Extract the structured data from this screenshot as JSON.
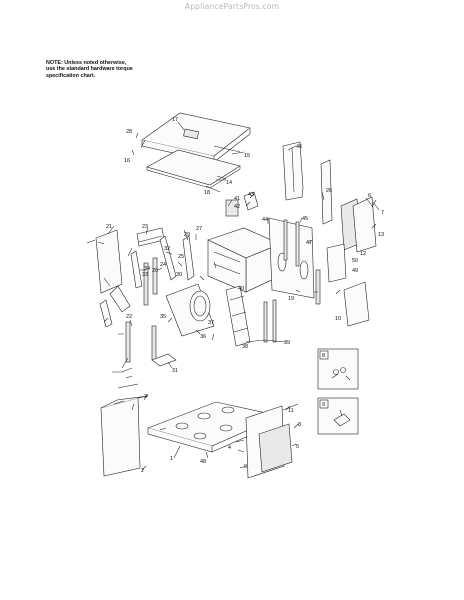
{
  "watermark": "AppliancePartsPros.com",
  "note": {
    "line1": "NOTE: Unless noted otherwise,",
    "line2": "use the standard hardware torque",
    "line3": "specification chart."
  },
  "part_labels": {
    "p1": "1",
    "p2": "2",
    "p3": "3",
    "p4": "4",
    "p5": "5",
    "p6": "6",
    "p7": "7",
    "p8": "8",
    "p9": "9",
    "p10": "10",
    "p11": "11",
    "p12": "12",
    "p13": "13",
    "p14": "14",
    "p15": "15",
    "p16": "16",
    "p17": "17",
    "p18": "18",
    "p19": "19",
    "p20": "20",
    "p21": "21",
    "p22": "22",
    "p23": "23",
    "p24": "24",
    "p25": "25",
    "p26": "26",
    "p27": "27",
    "p28": "28",
    "p29": "29",
    "p30": "30",
    "p31": "31",
    "p32": "32",
    "p33": "33",
    "p34": "34",
    "p35": "35",
    "p36": "36",
    "p37": "37",
    "p38": "38",
    "p39": "39",
    "p40": "40",
    "p41": "41",
    "p42": "42",
    "p43": "43",
    "p44": "44",
    "p45": "45",
    "p46": "46",
    "p47": "47",
    "p48": "48",
    "p49": "49",
    "p50": "50"
  },
  "insets": {
    "inset8": "8",
    "inset9": "9"
  }
}
